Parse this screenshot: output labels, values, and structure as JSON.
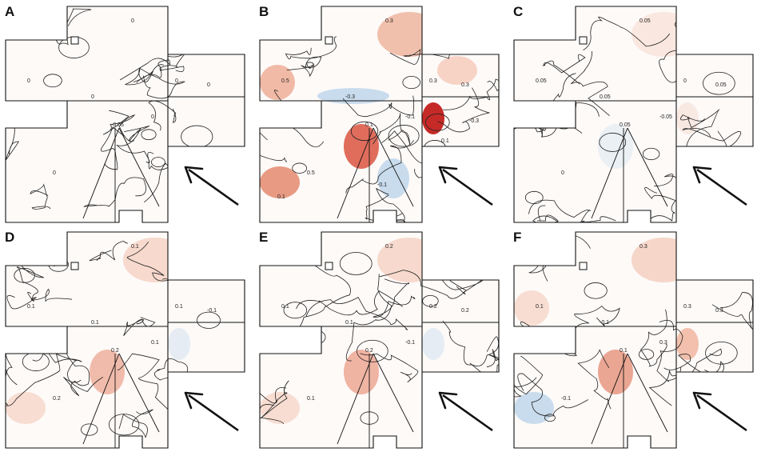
{
  "figure": {
    "panels": [
      {
        "letter": "A",
        "blobs": [],
        "labels": [
          "0",
          "0",
          "0",
          "0",
          "-0.05",
          "0",
          "0",
          "0"
        ]
      },
      {
        "letter": "B",
        "blobs": [
          {
            "color": "#e8906f",
            "opacity": 0.55
          },
          {
            "color": "#d84a35",
            "opacity": 0.8
          },
          {
            "color": "#c21f1a",
            "opacity": 0.95
          },
          {
            "color": "#e07a5c",
            "opacity": 0.75
          },
          {
            "color": "#e98f70",
            "opacity": 0.6
          },
          {
            "color": "#a6c8e6",
            "opacity": 0.6
          },
          {
            "color": "#f0a48a",
            "opacity": 0.45
          },
          {
            "color": "#9ec3e3",
            "opacity": 0.55
          }
        ],
        "labels": [
          "0.3",
          "0.3",
          "0.5",
          "0.5",
          "0.1",
          "-0.1",
          "0.3",
          "-0.3",
          "-0.3",
          "0.1",
          "-0.1",
          "0.1"
        ]
      },
      {
        "letter": "C",
        "blobs": [
          {
            "color": "#f3c4b2",
            "opacity": 0.35
          },
          {
            "color": "#c9dcef",
            "opacity": 0.35
          },
          {
            "color": "#f3c4b2",
            "opacity": 0.3
          }
        ],
        "labels": [
          "0.05",
          "0",
          "0.05",
          "0",
          "0.05",
          "-0.05",
          "0.05",
          "0.05"
        ]
      },
      {
        "letter": "D",
        "blobs": [
          {
            "color": "#f0b199",
            "opacity": 0.45
          },
          {
            "color": "#e7866b",
            "opacity": 0.55
          },
          {
            "color": "#c8dcef",
            "opacity": 0.45
          },
          {
            "color": "#f0b199",
            "opacity": 0.4
          }
        ],
        "labels": [
          "0.1",
          "0.1",
          "0.1",
          "0.2",
          "0.2",
          "0.1",
          "-0.1",
          "0.1"
        ]
      },
      {
        "letter": "E",
        "blobs": [
          {
            "color": "#f0b199",
            "opacity": 0.45
          },
          {
            "color": "#e7866b",
            "opacity": 0.6
          },
          {
            "color": "#c8dcef",
            "opacity": 0.45
          },
          {
            "color": "#f0b199",
            "opacity": 0.4
          }
        ],
        "labels": [
          "0.2",
          "0.2",
          "0.1",
          "0.1",
          "0.2",
          "-0.1",
          "0.2",
          "0.1"
        ]
      },
      {
        "letter": "F",
        "blobs": [
          {
            "color": "#f0b199",
            "opacity": 0.5
          },
          {
            "color": "#e07a5c",
            "opacity": 0.65
          },
          {
            "color": "#e98f70",
            "opacity": 0.55
          },
          {
            "color": "#9ec3e3",
            "opacity": 0.55
          },
          {
            "color": "#f0b199",
            "opacity": 0.4
          }
        ],
        "labels": [
          "0.3",
          "0.3",
          "0.1",
          "-0.1",
          "0.1",
          "0.3",
          "0.3",
          "-0.1"
        ]
      }
    ]
  }
}
